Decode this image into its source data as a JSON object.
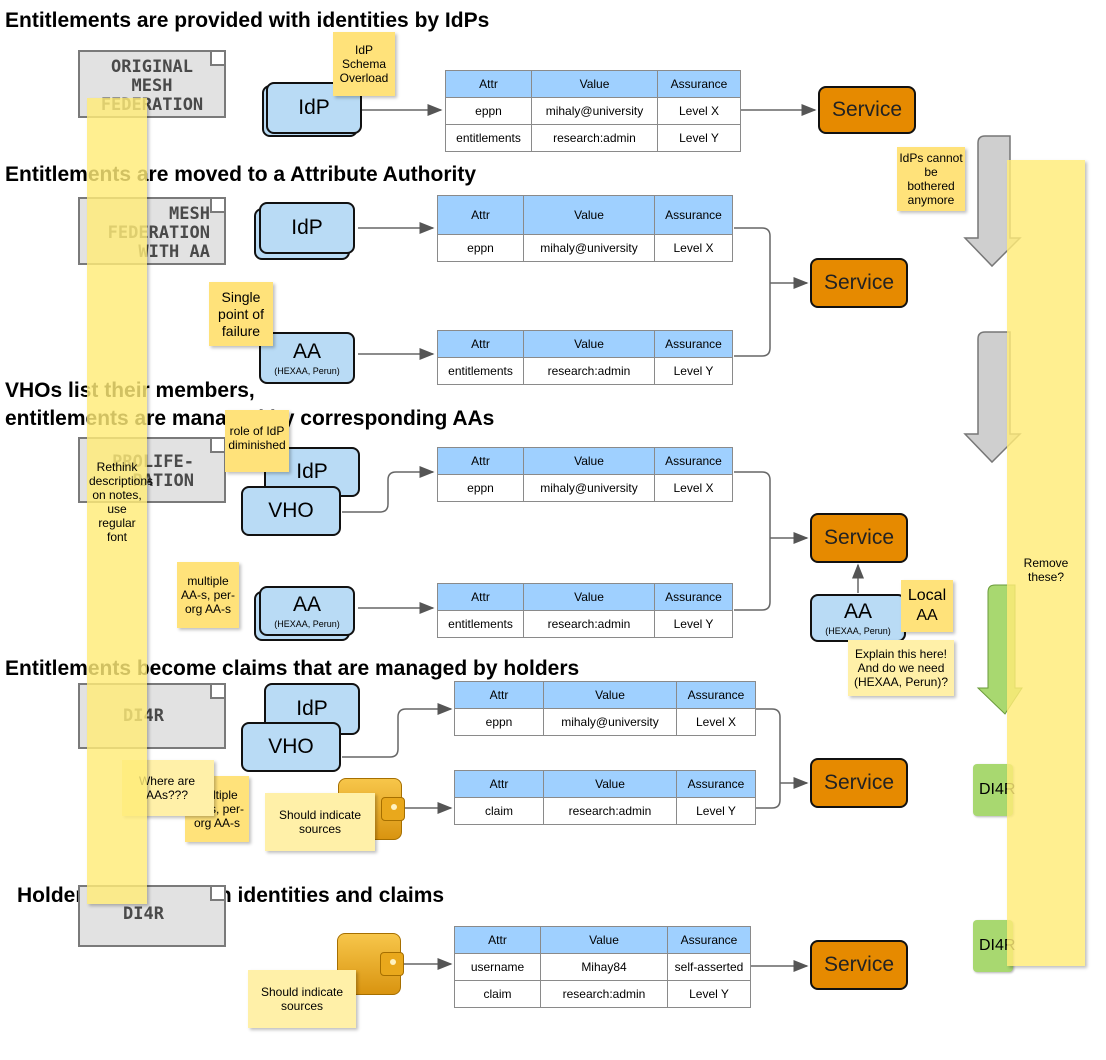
{
  "headings": {
    "h1": "Entitlements are provided with identities by IdPs",
    "h2": "Entitlements are moved to a Attribute Authority",
    "h3a": "VHOs list their members,",
    "h3b": "entitlements are managed by corresponding AAs",
    "h4": "Entitlements become claims that are managed by holders",
    "h5": "Holders manage both identities and claims"
  },
  "docs": {
    "d1": "ORIGINAL\nMESH\nFEDERATION",
    "d2": "MESH\nFEDERATION\nWITH AA",
    "d3": "PROLIFE-\nRATION",
    "d4": "DI4R",
    "d5": "DI4R"
  },
  "nodes": {
    "idp": "IdP",
    "vho": "VHO",
    "aa": "AA",
    "aa_sub": "(HEXAA, Perun)",
    "service": "Service"
  },
  "table_headers": [
    "Attr",
    "Value",
    "Assurance"
  ],
  "tables": {
    "t1": [
      [
        "eppn",
        "mihaly@university",
        "Level X"
      ],
      [
        "entitlements",
        "research:admin",
        "Level Y"
      ]
    ],
    "t2": [
      [
        "eppn",
        "mihaly@university",
        "Level X"
      ]
    ],
    "t3": [
      [
        "entitlements",
        "research:admin",
        "Level Y"
      ]
    ],
    "t4": [
      [
        "eppn",
        "mihaly@university",
        "Level X"
      ]
    ],
    "t5": [
      [
        "entitlements",
        "research:admin",
        "Level Y"
      ]
    ],
    "t6": [
      [
        "eppn",
        "mihaly@university",
        "Level X"
      ]
    ],
    "t7": [
      [
        "claim",
        "research:admin",
        "Level Y"
      ]
    ],
    "t8": [
      [
        "username",
        "Mihay84",
        "self-asserted"
      ],
      [
        "claim",
        "research:admin",
        "Level Y"
      ]
    ]
  },
  "notes": {
    "schema": "IdP Schema Overload",
    "idps": "IdPs cannot be bothered anymore",
    "spof": "Single point of failure",
    "role": "role of IdP diminished",
    "multiple1": "multiple AA-s, per-org AA-s",
    "local": "Local AA",
    "explain": "Explain this here! And do we need (HEXAA, Perun)?",
    "multiple2": "multiple AA-s, per-org AA-s",
    "where": "Where are AAs???",
    "indicate1": "Should indicate sources",
    "indicate2": "Should indicate sources",
    "rethink": "Rethink descriptions on notes, use regular font",
    "remove": "Remove these?"
  },
  "green_labels": {
    "g1": "DI4R",
    "g2": "DI4R"
  },
  "colors": {
    "service": "#e68a00",
    "node": "#b9dbf5",
    "table_header": "#9fd0ff",
    "sticky": "#ffe27a",
    "green": "#a8d870"
  }
}
